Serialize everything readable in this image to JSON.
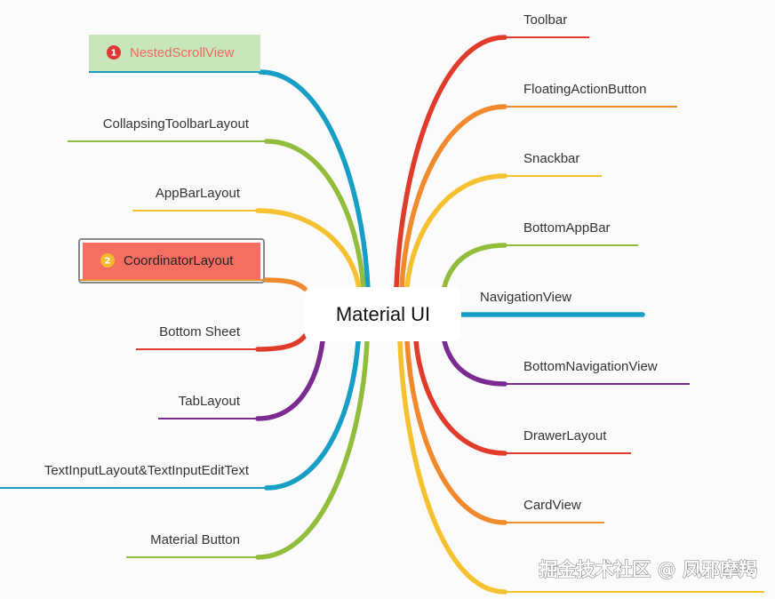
{
  "center": {
    "label": "Material UI"
  },
  "colors": {
    "red": "#e03b2b",
    "orange": "#f08a2c",
    "yellow": "#f6c130",
    "green": "#92bd3c",
    "teal": "#179ec4",
    "purple": "#7b2b90",
    "highlight_green": "#c9e5bb",
    "highlight_green_text": "#ee6a5d",
    "highlight_red": "#f46f62",
    "badge_red": "#e0373a",
    "badge_yellow": "#f4b92c"
  },
  "left_nodes": [
    {
      "id": "nestedscrollview",
      "label": "NestedScrollView",
      "color": "teal",
      "badge": "1",
      "highlight": "green"
    },
    {
      "id": "collapsingtoolbarlayout",
      "label": "CollapsingToolbarLayout",
      "color": "green"
    },
    {
      "id": "appbarlayout",
      "label": "AppBarLayout",
      "color": "yellow"
    },
    {
      "id": "coordinatorlayout",
      "label": "CoordinatorLayout",
      "color": "orange",
      "badge": "2",
      "highlight": "red"
    },
    {
      "id": "bottom-sheet",
      "label": "Bottom Sheet",
      "color": "red"
    },
    {
      "id": "tablayout",
      "label": "TabLayout",
      "color": "purple"
    },
    {
      "id": "textinputlayout",
      "label": "TextInputLayout&TextInputEditText",
      "color": "teal"
    },
    {
      "id": "material-button",
      "label": "Material Button",
      "color": "green"
    }
  ],
  "right_nodes": [
    {
      "id": "toolbar",
      "label": "Toolbar",
      "color": "red"
    },
    {
      "id": "floatingactionbutton",
      "label": "FloatingActionButton",
      "color": "orange"
    },
    {
      "id": "snackbar",
      "label": "Snackbar",
      "color": "yellow"
    },
    {
      "id": "bottomappbar",
      "label": "BottomAppBar",
      "color": "green"
    },
    {
      "id": "navigationview",
      "label": "NavigationView",
      "color": "teal"
    },
    {
      "id": "bottomnavigationview",
      "label": "BottomNavigationView",
      "color": "purple"
    },
    {
      "id": "drawerlayout",
      "label": "DrawerLayout",
      "color": "red"
    },
    {
      "id": "cardview",
      "label": "CardView",
      "color": "orange"
    },
    {
      "id": "last-right",
      "label": "",
      "color": "yellow"
    }
  ],
  "watermark": {
    "text": "掘金技术社区 @ 凤邪摩羯"
  }
}
